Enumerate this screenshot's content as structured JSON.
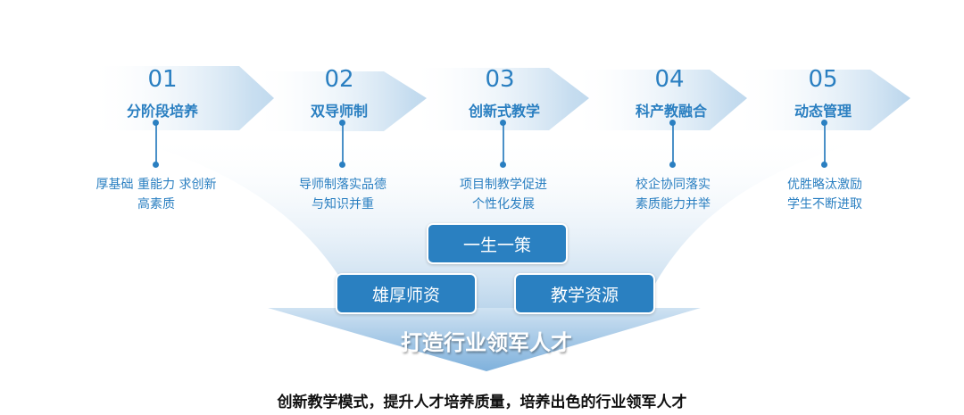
{
  "steps": [
    {
      "num": "01",
      "title": "分阶段培养",
      "desc": [
        "厚基础 重能力 求创新",
        "高素质"
      ]
    },
    {
      "num": "02",
      "title": "双导师制",
      "desc": [
        "导师制落实品德",
        "与知识并重"
      ]
    },
    {
      "num": "03",
      "title": "创新式教学",
      "desc": [
        "项目制教学促进",
        "个性化发展"
      ]
    },
    {
      "num": "04",
      "title": "科产教融合",
      "desc": [
        "校企协同落实",
        "素质能力并举"
      ]
    },
    {
      "num": "05",
      "title": "动态管理",
      "desc": [
        "优胜略汰激励",
        "学生不断进取"
      ]
    }
  ],
  "pillars": {
    "top": "一生一策",
    "left": "雄厚师资",
    "right": "教学资源"
  },
  "goal": "打造行业领军人才",
  "caption": "创新教学模式，提升人才培养质量，培养出色的行业领军人才",
  "colors": {
    "accent": "#2a80c1",
    "light": "#c3dbee"
  }
}
